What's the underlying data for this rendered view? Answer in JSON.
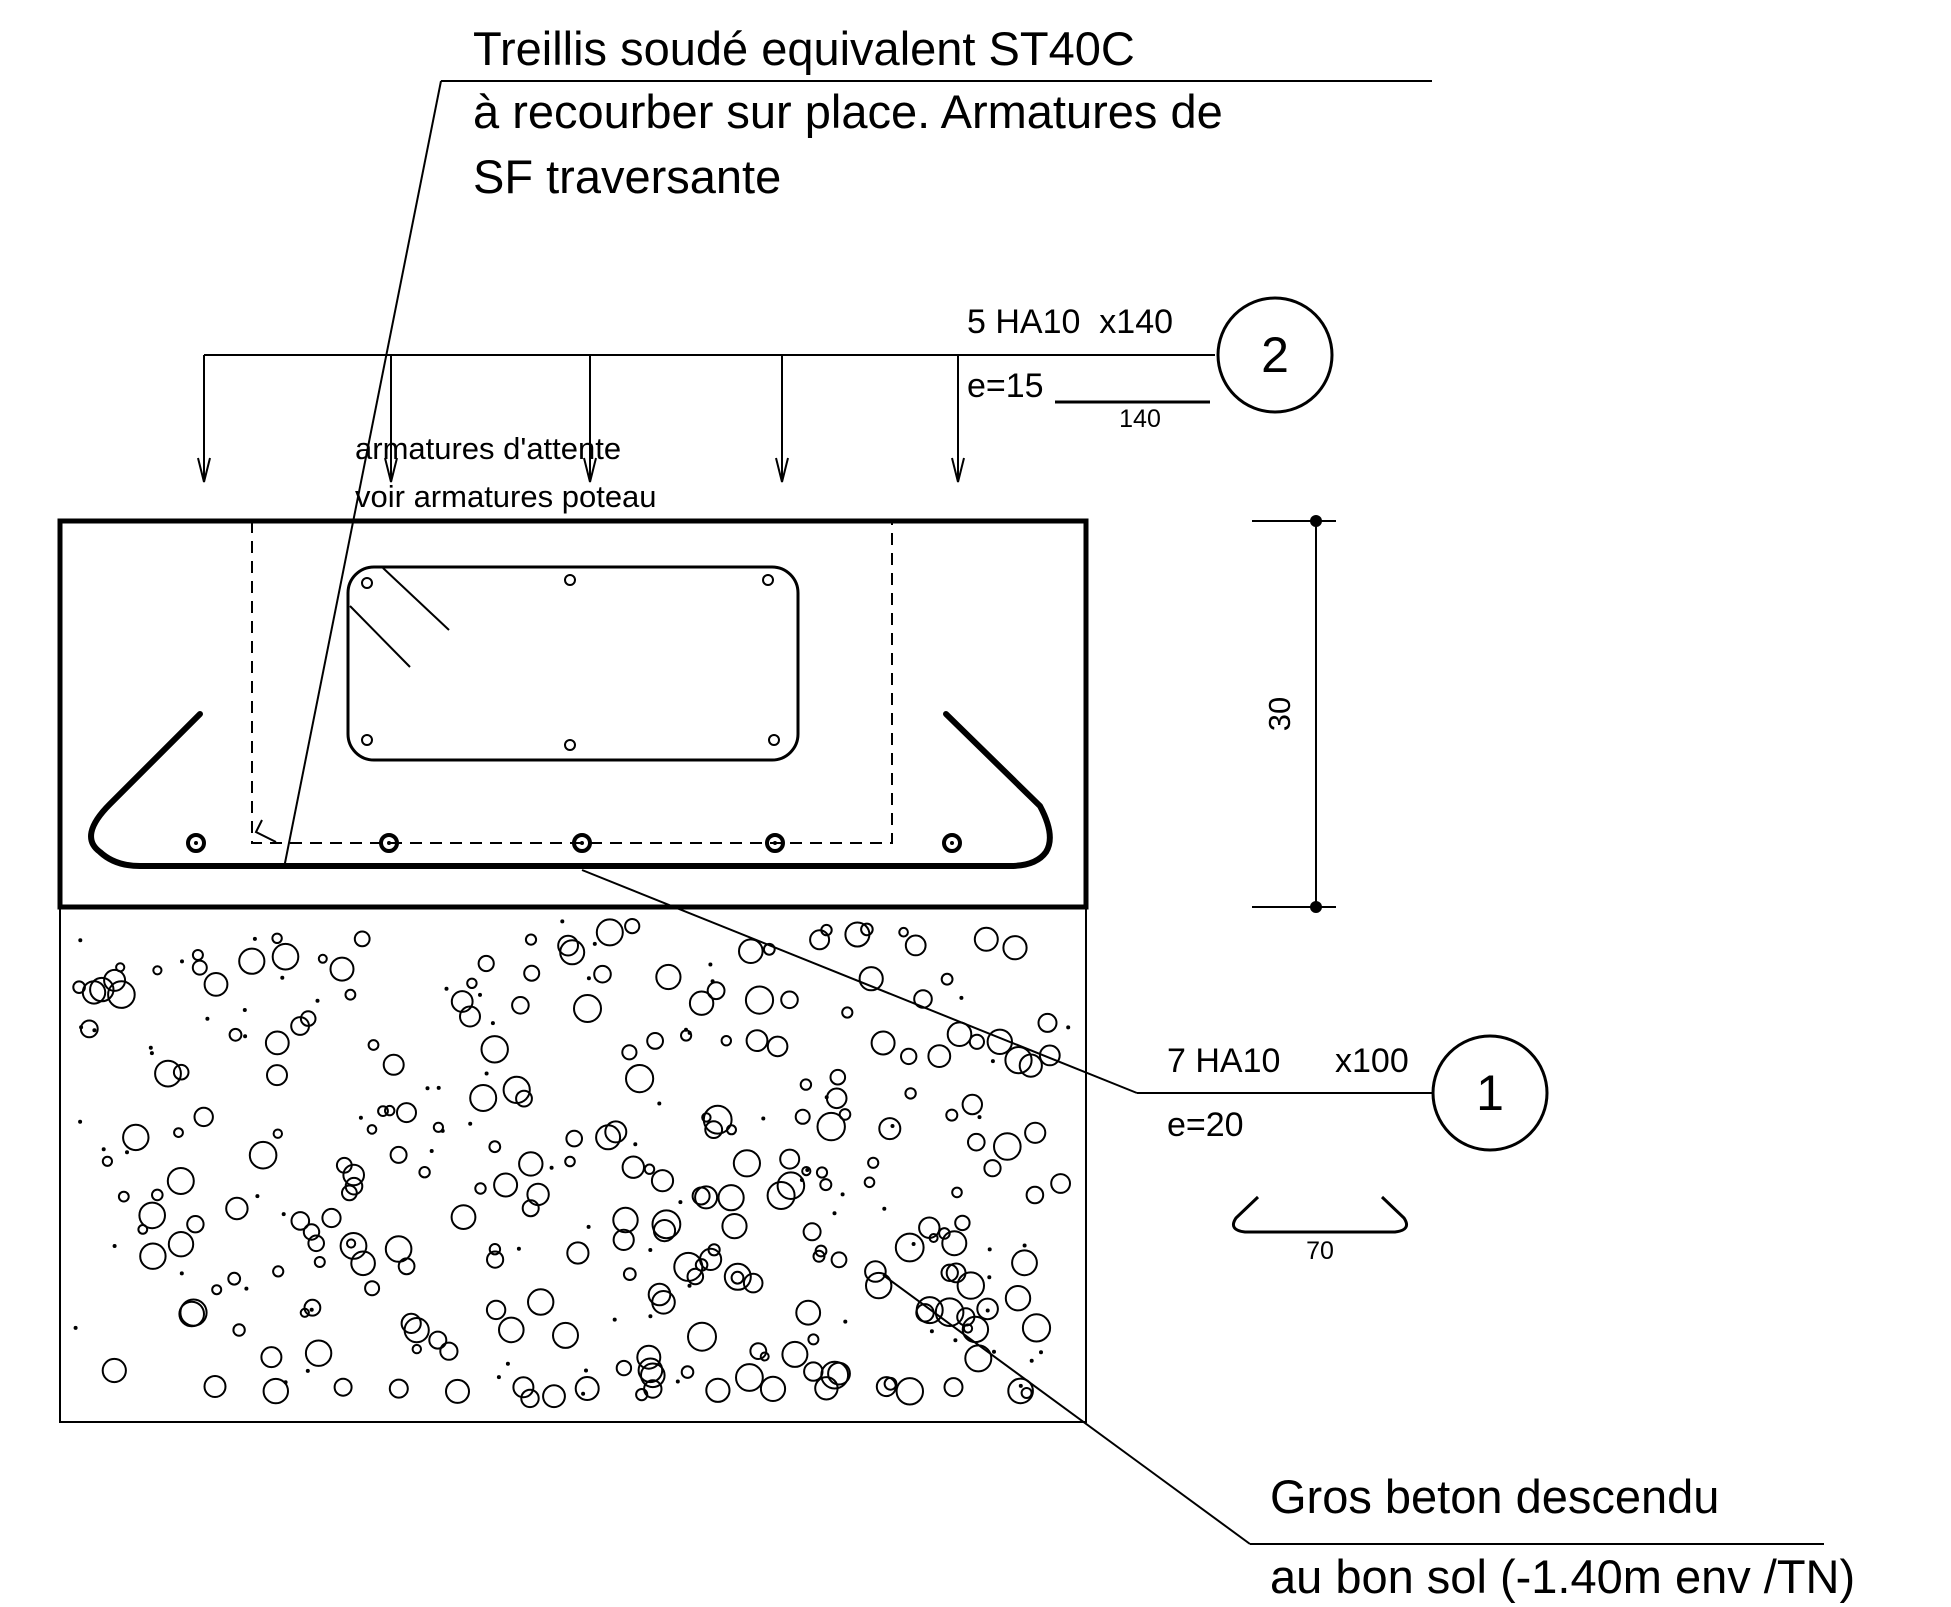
{
  "annotations": {
    "mesh_note": {
      "line1": "Treillis soudé equivalent ST40C",
      "line2": "à recourber sur place. Armatures de",
      "line3": "SF traversante"
    },
    "starter_bars_note": {
      "line1": "armatures d'attente",
      "line2": "voir armatures poteau"
    },
    "lean_concrete_note": {
      "line1": "Gros beton descendu",
      "line2": "au bon sol (-1.40m env /TN)"
    }
  },
  "rebar_marks": [
    {
      "mark": "2",
      "designation": "5 HA10  x140",
      "spacing": "e=15",
      "shape_dimension": "140"
    },
    {
      "mark": "1",
      "designation_bars": "7 HA10",
      "designation_length": "x100",
      "spacing": "e=20",
      "shape_dimension": "70"
    }
  ],
  "dimensions": {
    "footing_height": "30"
  }
}
